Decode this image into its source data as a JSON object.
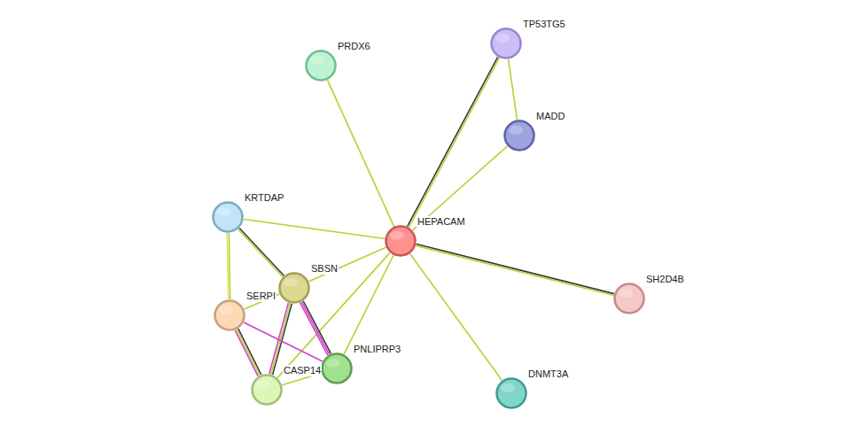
{
  "diagram": {
    "nodes": [
      {
        "text": [
          "TP53TG5"
        ]
      },
      {
        "text": [
          "PRDX6"
        ]
      },
      {
        "text": [
          "MADD"
        ]
      },
      {
        "text": [
          "KRTDAP"
        ]
      },
      {
        "text": [
          "HEPACAM"
        ]
      },
      {
        "text": [
          "SBSN"
        ]
      },
      {
        "text": [
          "SERPI"
        ]
      },
      {
        "text": [
          "PNLIPRP3"
        ]
      },
      {
        "text": [
          "SH2D4B"
        ]
      },
      {
        "text": [
          "CASP14"
        ]
      },
      {
        "text": [
          "DNMT3A"
        ]
      }
    ],
    "edges": [
      {
        "from": 4,
        "to": 0,
        "arrow": "none"
      },
      {
        "from": 0,
        "to": 2,
        "arrow": "none"
      },
      {
        "from": 4,
        "to": 2,
        "arrow": "none"
      },
      {
        "from": 4,
        "to": 1,
        "arrow": "none"
      },
      {
        "from": 4,
        "to": 3,
        "arrow": "none"
      },
      {
        "from": 4,
        "to": 5,
        "arrow": "none"
      },
      {
        "from": 4,
        "to": 9,
        "arrow": "none"
      },
      {
        "from": 4,
        "to": 7,
        "arrow": "none"
      },
      {
        "from": 4,
        "to": 8,
        "arrow": "none"
      },
      {
        "from": 4,
        "to": 10,
        "arrow": "none"
      },
      {
        "from": 3,
        "to": 5,
        "arrow": "none"
      },
      {
        "from": 3,
        "to": 6,
        "arrow": "none"
      },
      {
        "from": 6,
        "to": 5,
        "arrow": "none"
      },
      {
        "from": 5,
        "to": 9,
        "arrow": "none"
      },
      {
        "from": 5,
        "to": 7,
        "arrow": "none"
      },
      {
        "from": 6,
        "to": 9,
        "arrow": "none"
      },
      {
        "from": 6,
        "to": 7,
        "arrow": "none"
      },
      {
        "from": 9,
        "to": 7,
        "arrow": "none"
      }
    ]
  }
}
